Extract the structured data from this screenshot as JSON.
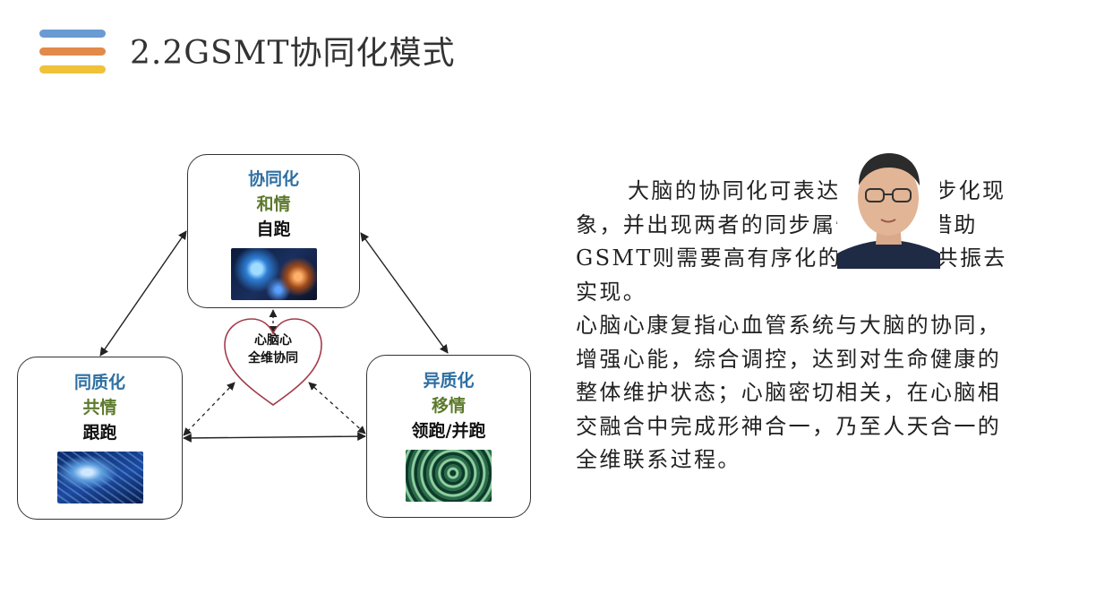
{
  "title": "2.2GSMT协同化模式",
  "colors": {
    "menu_bar_1": "#6a9bd2",
    "menu_bar_2": "#e28a4a",
    "menu_bar_3": "#f0c23a",
    "node_line_1": "#2e6fa2",
    "node_line_2": "#5c7a2c",
    "heart_outline": "#a33b4a"
  },
  "diagram": {
    "top": {
      "line1": "协同化",
      "line2": "和情",
      "line3": "自跑",
      "image": "cosmic-brain-image"
    },
    "left": {
      "line1": "同质化",
      "line2": "共情",
      "line3": "跟跑",
      "image": "blue-neural-image"
    },
    "right": {
      "line1": "异质化",
      "line2": "移情",
      "line3": "领跑/并跑",
      "image": "green-spiral-image"
    },
    "center": {
      "line1": "心脑心",
      "line2": "全维协同",
      "shape": "heart-outline"
    }
  },
  "body": {
    "paragraph1": "大脑的协同化可表达为大脑同步化现象，并出现两者的同步属性加强，借助GSMT则需要高有序化的音薬同频共振去实现。",
    "paragraph2": "心脑心康复指心血管系统与大脑的协同，增强心能，综合调控，达到对生命健康的整体维护状态；心脑密切相关，在心脑相交融合中完成形神合一，乃至人天合一的全维联系过程。"
  },
  "presenter": {
    "icon": "presenter-webcam-overlay"
  }
}
